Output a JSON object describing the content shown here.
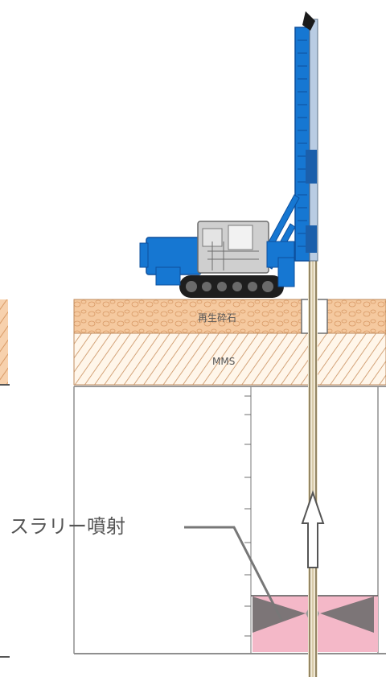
{
  "labels": {
    "recycled_crushed_stone": "再生砕石",
    "mms": "MMS",
    "slurry_injection": "スラリー噴射"
  },
  "colors": {
    "rig_blue": "#1677d2",
    "rig_dark_blue": "#0d4f9c",
    "cab_gray": "#c9c9c9",
    "track_black": "#1e1e1e",
    "sand_orange": "#f2be8f",
    "sand_hatch": "#d99b67",
    "mms_hatch": "#d4a47a",
    "slurry_pink": "#f4b8c8",
    "nozzle_gray": "#6b6b6b",
    "rod_tan": "#8a7b58",
    "callout_gray": "#777777"
  },
  "icons": {
    "drilling_rig": "crawler-drilling-rig-icon",
    "lift_arrow": "up-arrow-icon"
  }
}
